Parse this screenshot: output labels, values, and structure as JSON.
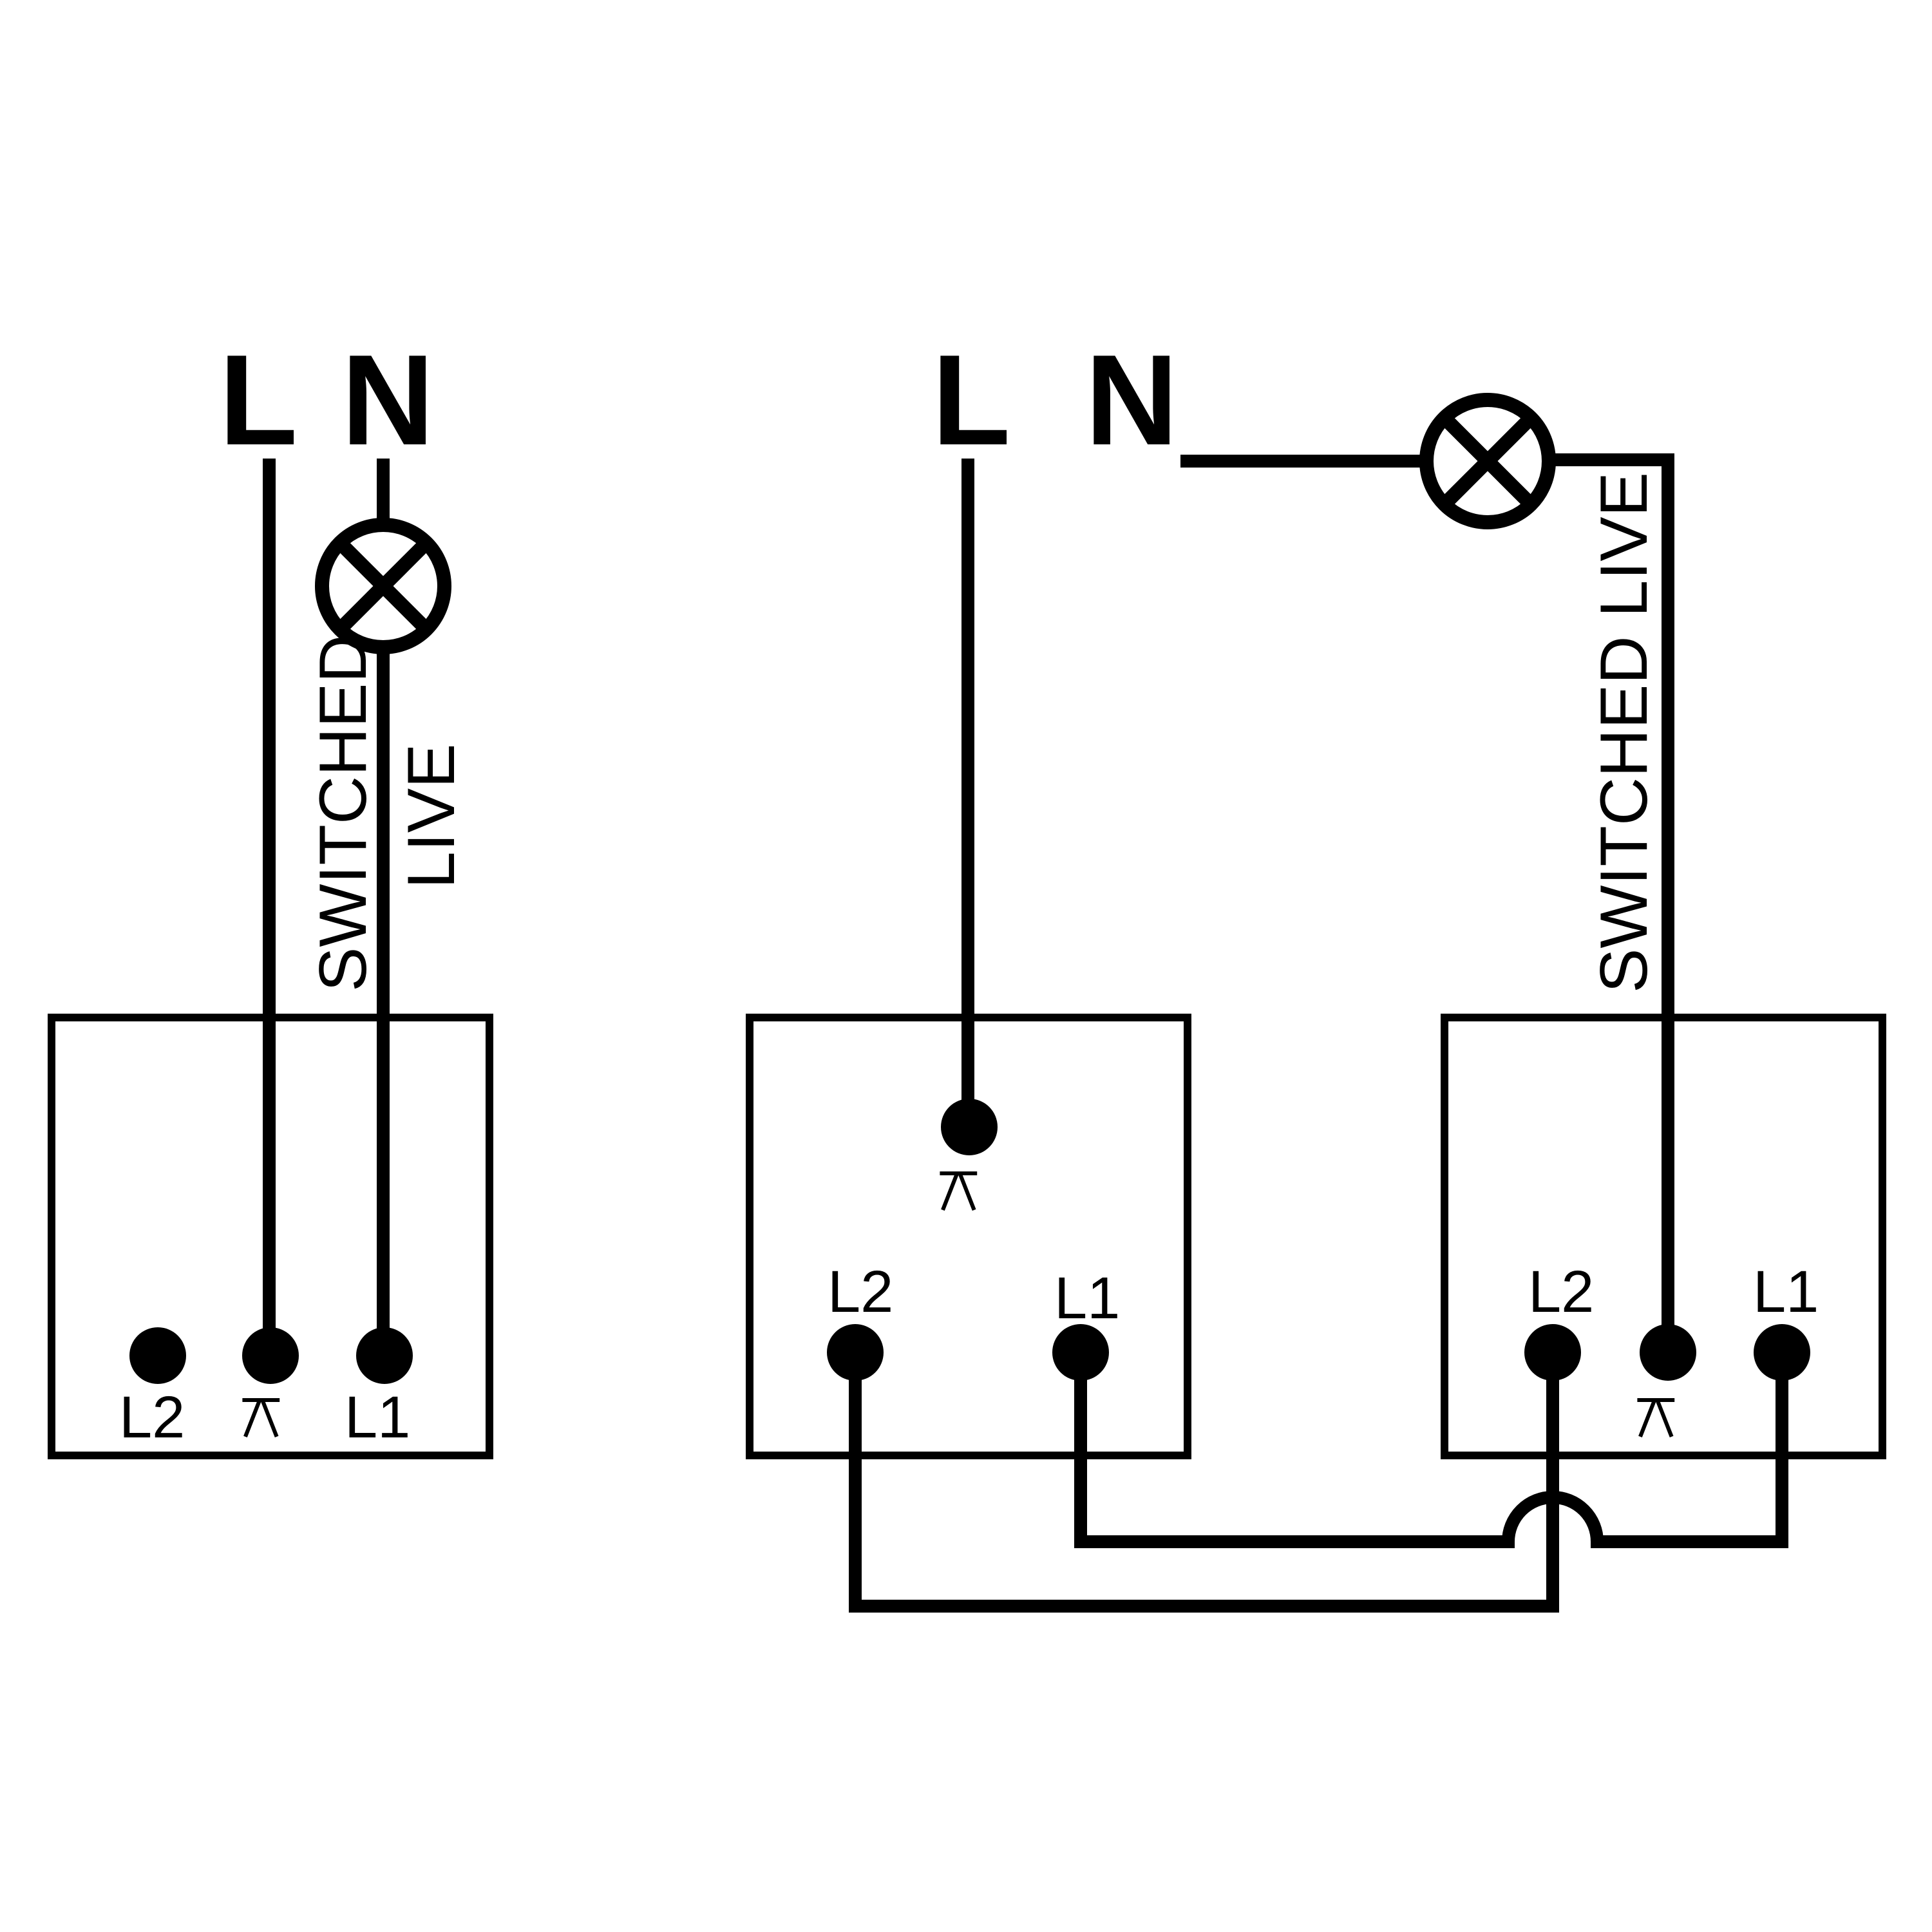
{
  "diagram": {
    "one_way": {
      "supply": {
        "live": "L",
        "neutral": "N"
      },
      "cable_label_1": "SWITCHED",
      "cable_label_2": "LIVE",
      "terminals": {
        "l2": "L2",
        "common": "⚻",
        "l1": "L1"
      }
    },
    "two_way": {
      "supply": {
        "live": "L",
        "neutral": "N"
      },
      "cable_label": "SWITCHED LIVE",
      "switch_a": {
        "common": "⚻",
        "l2": "L2",
        "l1": "L1"
      },
      "switch_b": {
        "l2": "L2",
        "common": "⚻",
        "l1": "L1"
      }
    }
  }
}
